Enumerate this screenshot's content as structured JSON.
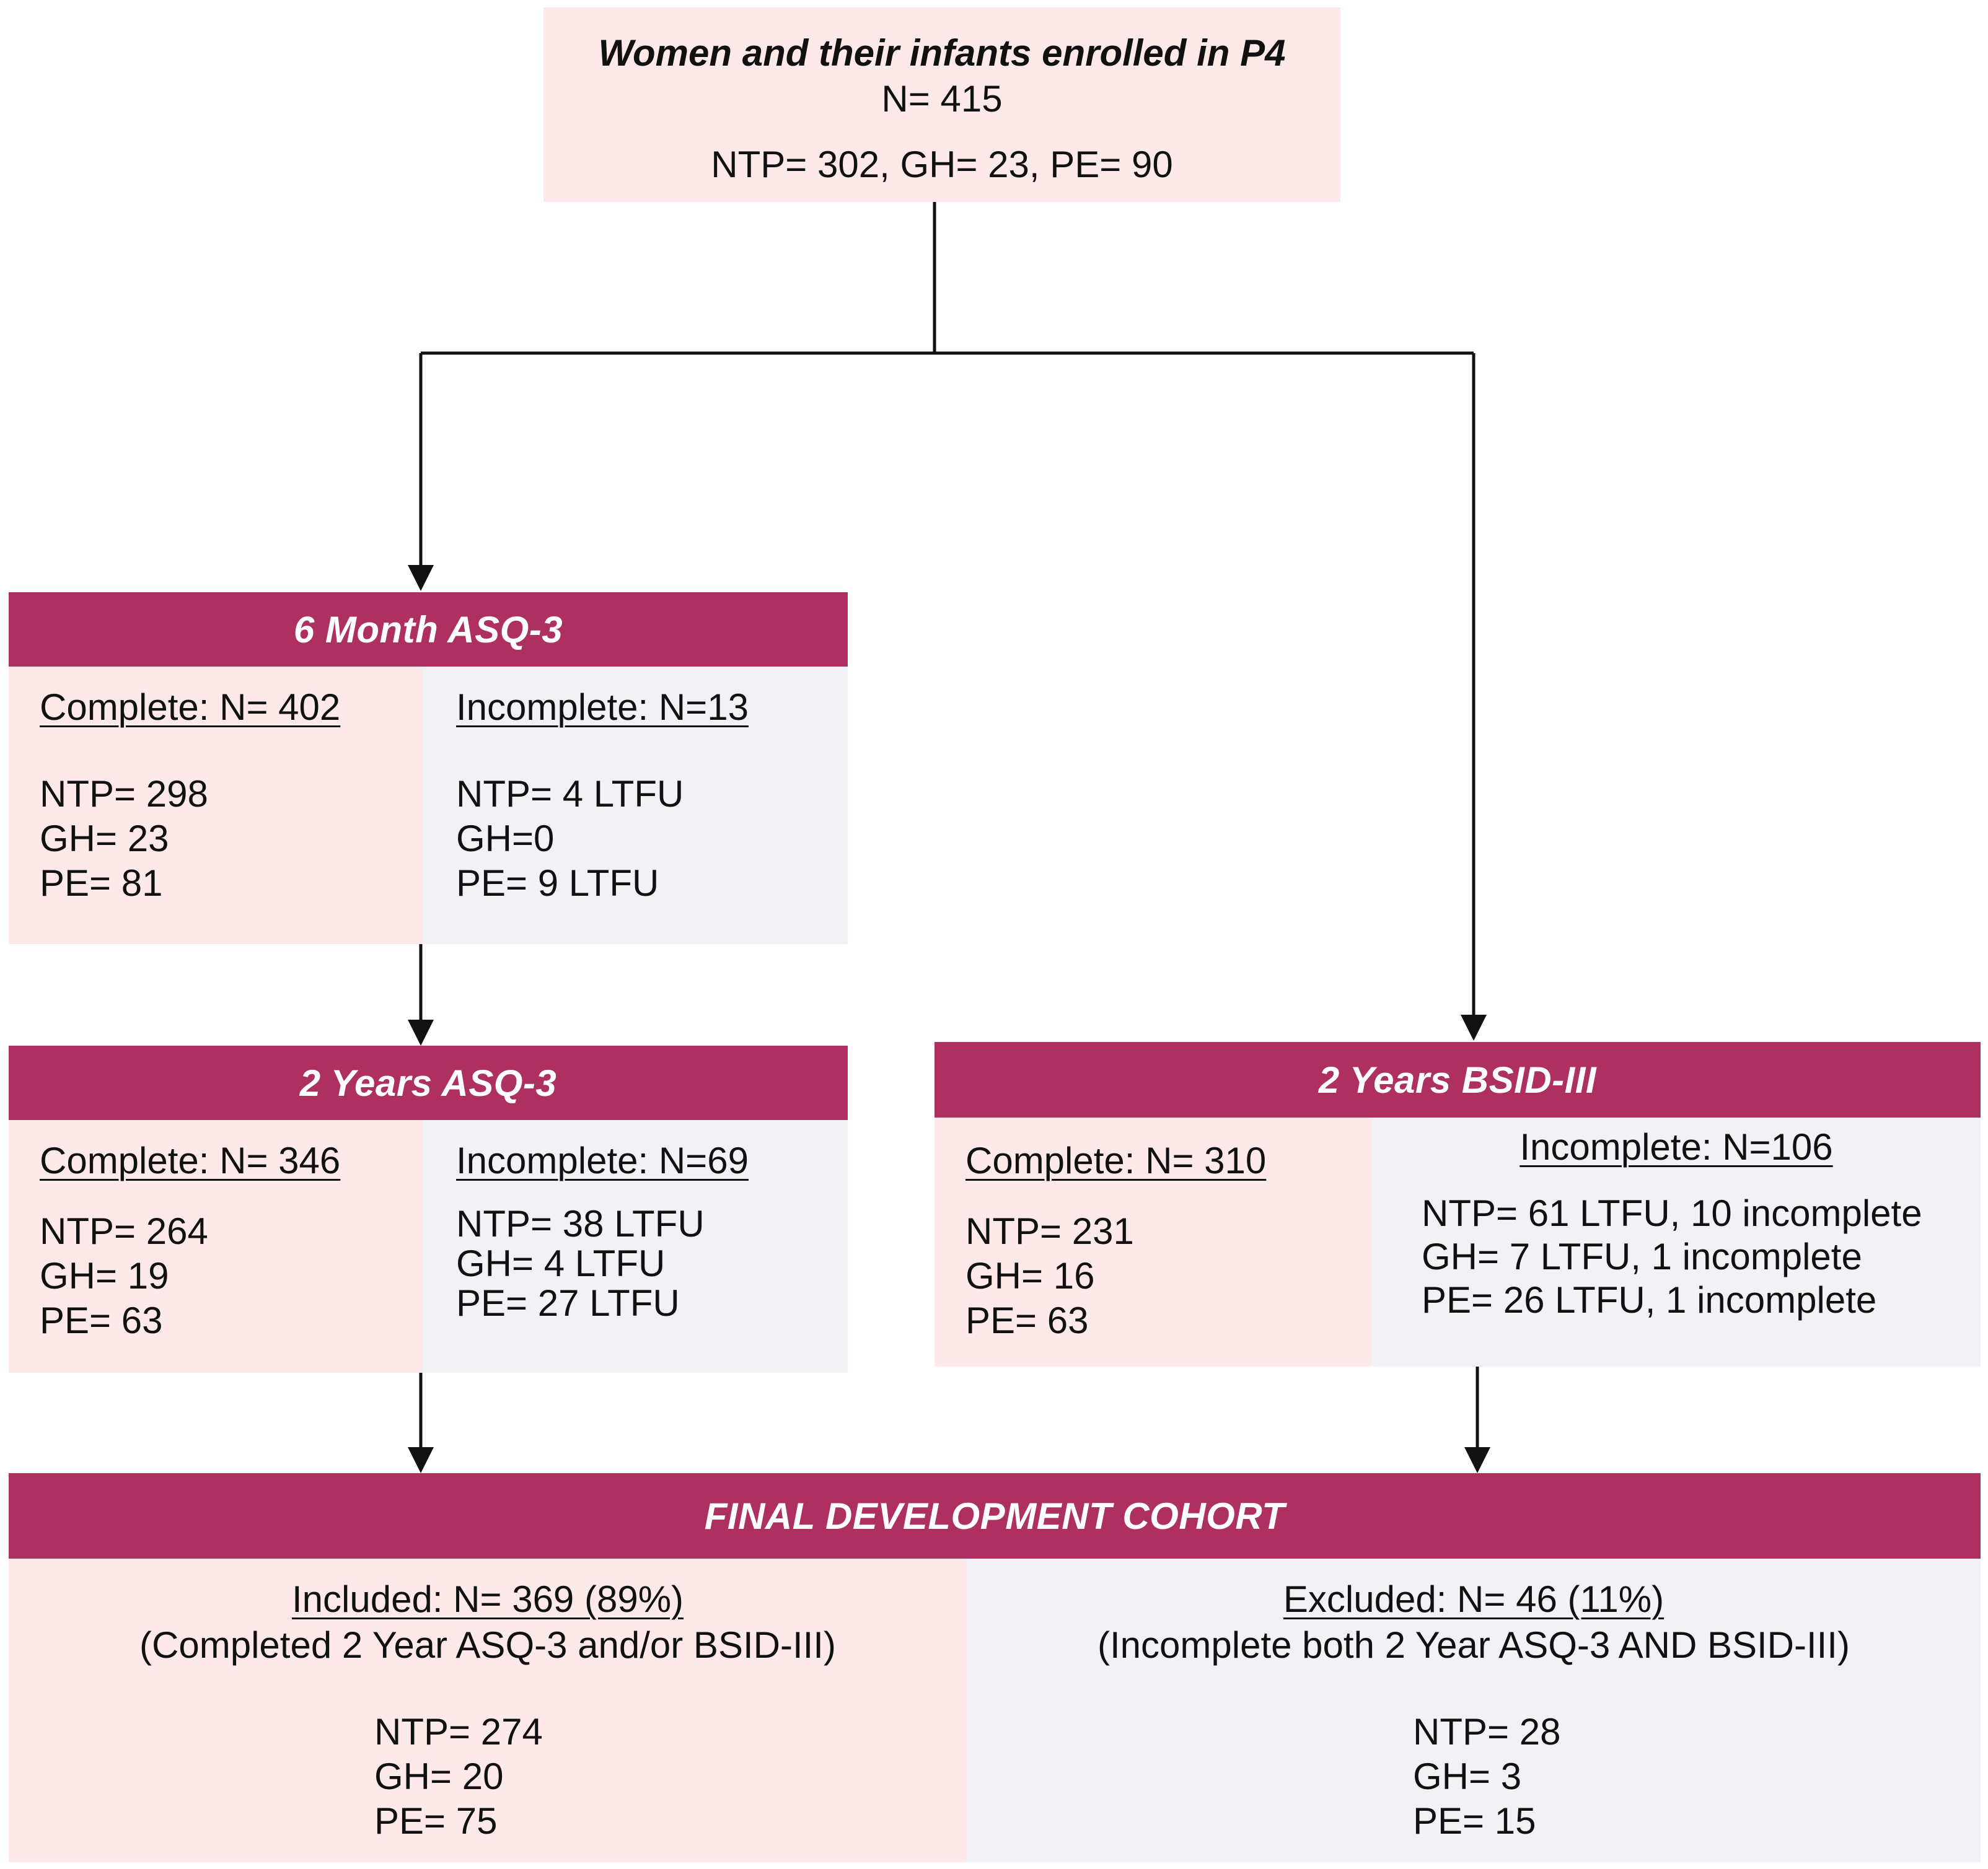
{
  "top": {
    "title": "Women and their infants enrolled in P4",
    "n": "N= 415",
    "groups": "NTP= 302, GH= 23, PE= 90"
  },
  "month6_asq3": {
    "title": "6 Month ASQ-3",
    "complete": {
      "heading": "Complete: N= 402",
      "lines": [
        "NTP= 298",
        "GH= 23",
        "PE= 81"
      ]
    },
    "incomplete": {
      "heading": "Incomplete: N=13",
      "lines": [
        "NTP= 4 LTFU",
        "GH=0",
        "PE= 9 LTFU"
      ]
    }
  },
  "years2_asq3": {
    "title": "2 Years ASQ-3",
    "complete": {
      "heading": "Complete: N= 346",
      "lines": [
        "NTP= 264",
        "GH= 19",
        "PE= 63"
      ]
    },
    "incomplete": {
      "heading": "Incomplete: N=69",
      "lines": [
        "NTP= 38 LTFU",
        "GH= 4 LTFU",
        "PE= 27 LTFU"
      ]
    }
  },
  "years2_bsid": {
    "title": "2 Years BSID-III",
    "complete": {
      "heading": "Complete: N= 310",
      "lines": [
        "NTP= 231",
        "GH= 16",
        "PE= 63"
      ]
    },
    "incomplete": {
      "heading": "Incomplete: N=106",
      "lines": [
        "NTP= 61 LTFU, 10 incomplete",
        "GH= 7 LTFU, 1 incomplete",
        "PE= 26 LTFU, 1 incomplete"
      ]
    }
  },
  "final": {
    "title": "FINAL DEVELOPMENT COHORT",
    "included": {
      "heading": "Included: N= 369 (89%)",
      "note": "(Completed 2 Year ASQ-3 and/or BSID-III)",
      "lines": [
        "NTP= 274",
        "GH= 20",
        "PE= 75"
      ]
    },
    "excluded": {
      "heading": "Excluded: N= 46 (11%)",
      "note": "(Incomplete both 2 Year ASQ-3 AND BSID-III)",
      "lines": [
        "NTP= 28",
        "GH= 3",
        "PE= 15"
      ]
    }
  },
  "colors": {
    "header": "#ae3060",
    "included_bg": "#fde9ea",
    "excluded_bg": "#f1f1f6"
  }
}
